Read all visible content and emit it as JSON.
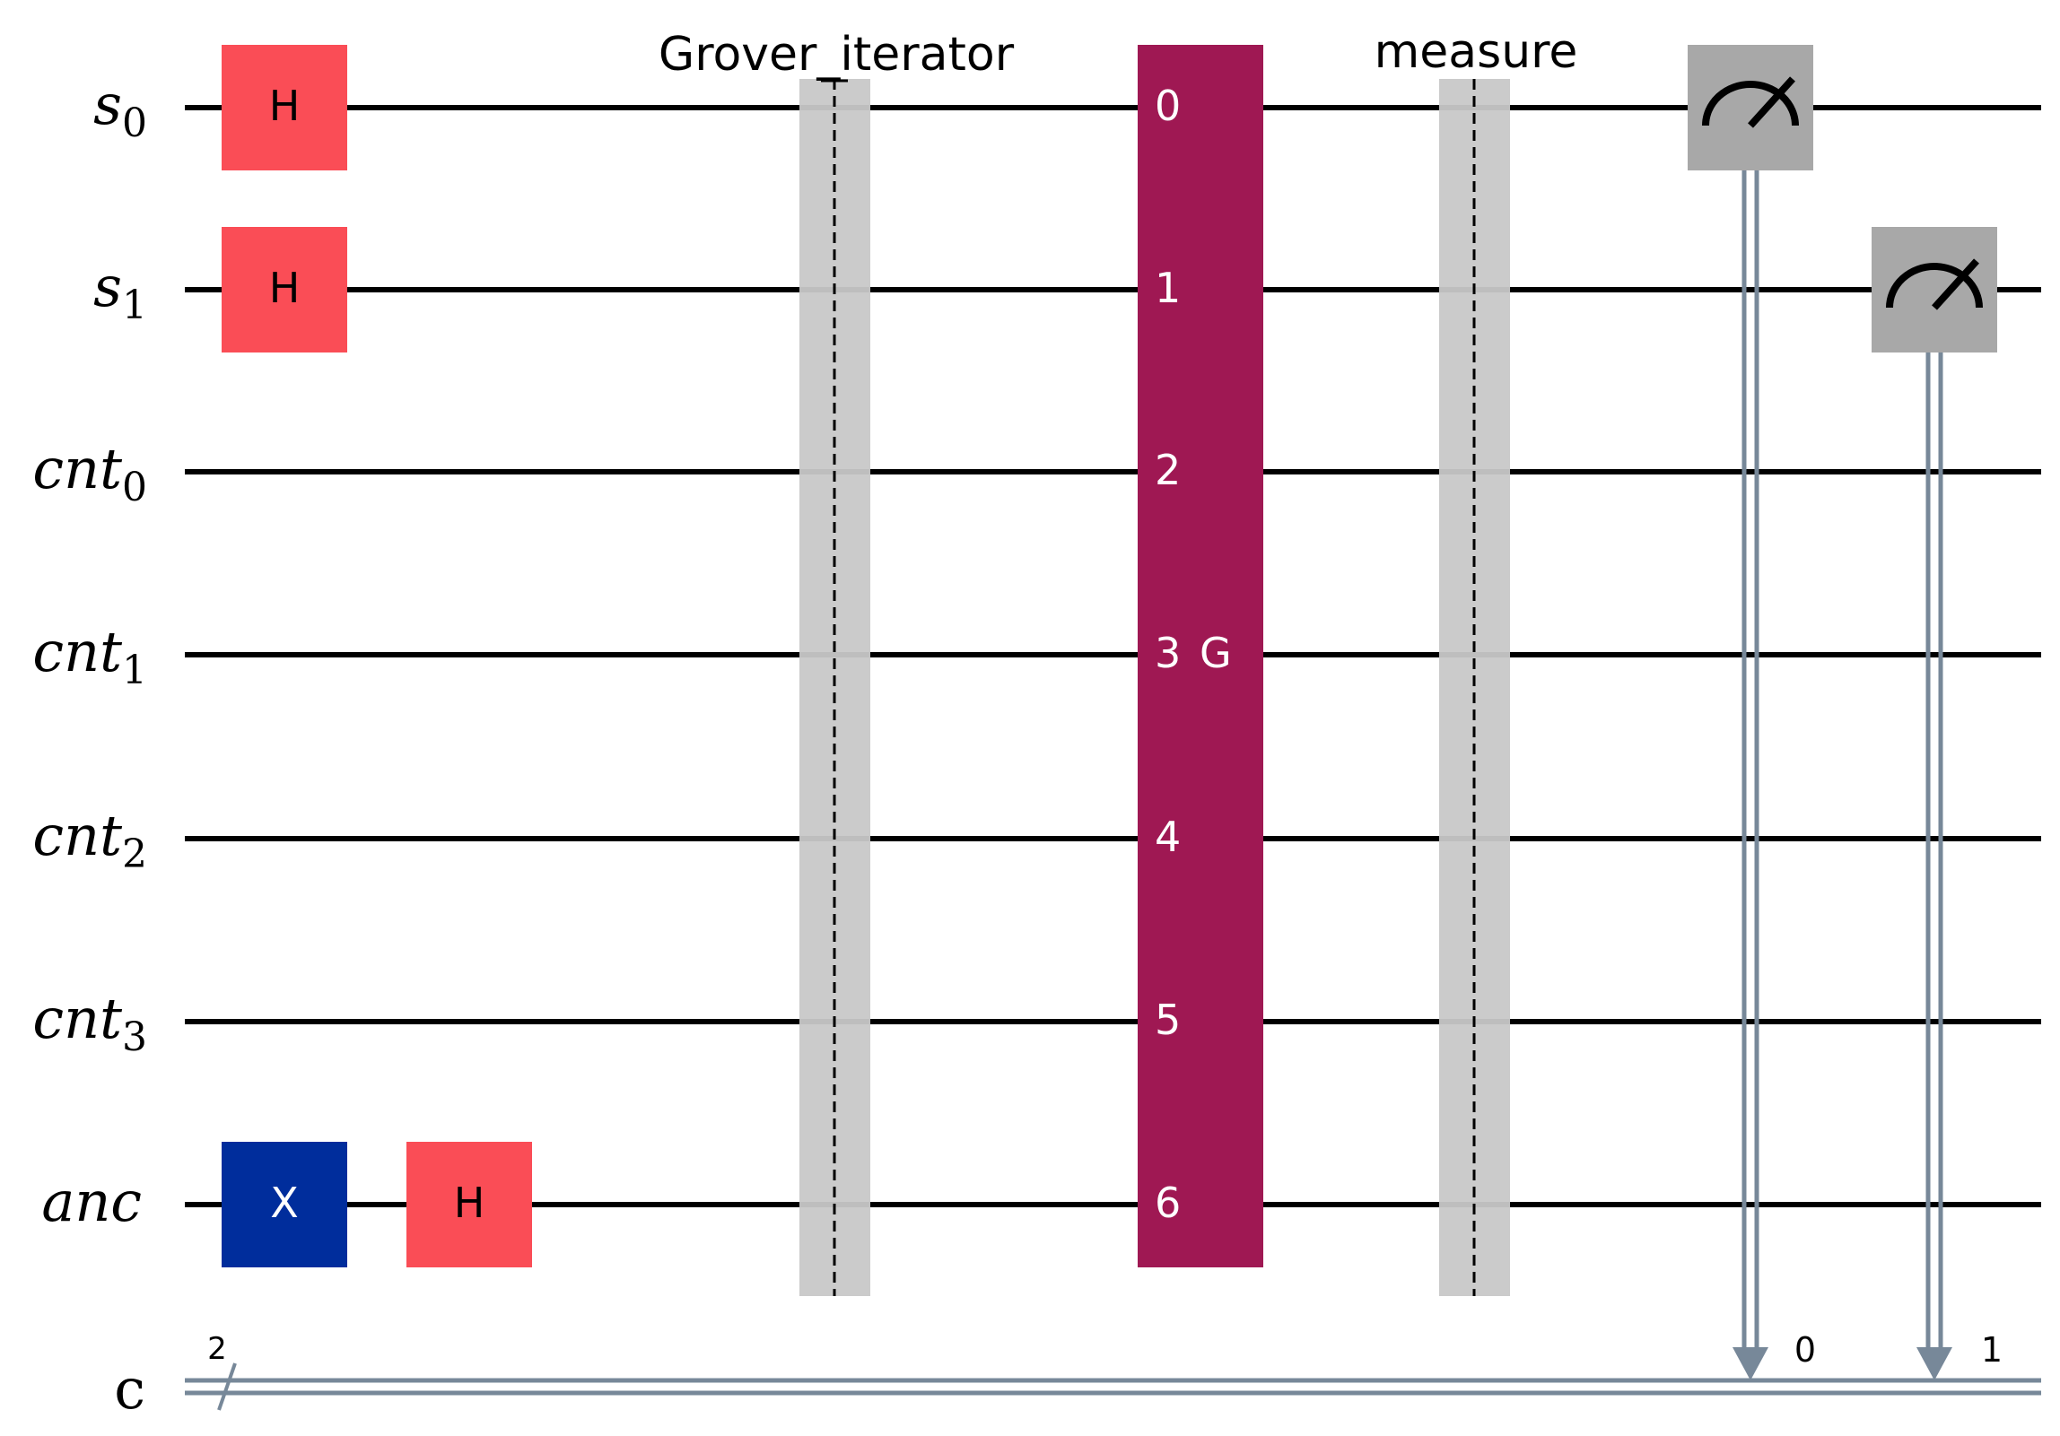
{
  "wires": [
    {
      "name": "s",
      "sub": "0"
    },
    {
      "name": "s",
      "sub": "1"
    },
    {
      "name": "cnt",
      "sub": "0"
    },
    {
      "name": "cnt",
      "sub": "1"
    },
    {
      "name": "cnt",
      "sub": "2"
    },
    {
      "name": "cnt",
      "sub": "3"
    },
    {
      "name": "anc",
      "sub": ""
    }
  ],
  "classical": {
    "name": "c",
    "width": "2"
  },
  "gates": {
    "h": "H",
    "x": "X"
  },
  "barriers": {
    "grover": "Grover_iterator",
    "measure": "measure"
  },
  "grover_gate": {
    "label": "G",
    "ports": [
      "0",
      "1",
      "2",
      "3",
      "4",
      "5",
      "6"
    ]
  },
  "measurements": [
    "0",
    "1"
  ],
  "colors": {
    "h_gate": "#fa4d56",
    "x_gate": "#002d9c",
    "grover_gate": "#9f1853",
    "measure_gate": "#a8a8a8",
    "barrier": "#c8c8c8",
    "classical_wire": "#778899",
    "wire": "#000000"
  }
}
